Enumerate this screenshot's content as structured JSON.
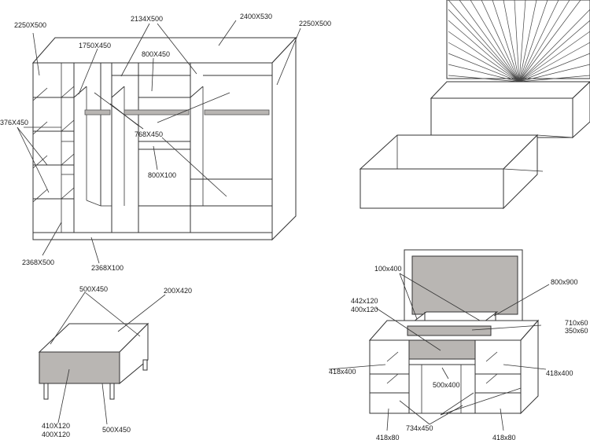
{
  "wardrobe": {
    "labels": {
      "side_left": "2250X500",
      "shelf_1750": "1750X450",
      "top_2134": "2134X500",
      "top_2400": "2400X530",
      "side_right": "2250X500",
      "shelf_800_top": "800X450",
      "shelf_376": "376X450",
      "shelf_768": "768X450",
      "shelf_800_100": "800X100",
      "back_2368": "2368X500",
      "base_2368": "2368X100"
    }
  },
  "bed": {},
  "pouf": {
    "labels": {
      "top_500": "500X450",
      "side_200": "200X420",
      "front_410": "410X120",
      "front_400": "400X120",
      "bottom_500": "500X450"
    }
  },
  "dressing_table": {
    "labels": {
      "mirror_small": "100x400",
      "mirror_big": "800x900",
      "drawer_442": "442x120",
      "drawer_400": "400x120",
      "top_710": "710x60",
      "top_350": "350x60",
      "shelf_left": "418x400",
      "shelf_right": "418x400",
      "center_500": "500x400",
      "base_734": "734x450",
      "foot_left": "418x80",
      "foot_right": "418x80"
    }
  }
}
